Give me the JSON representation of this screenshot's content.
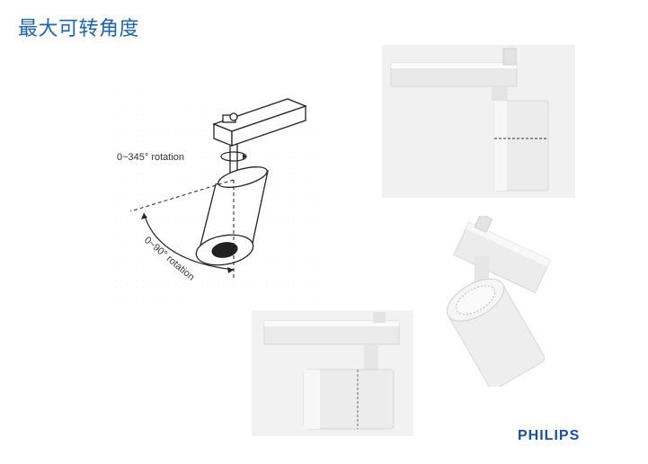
{
  "slide": {
    "title": "最大可转角度",
    "brand_logo_text": "PHILIPS",
    "accent_color": "#1a63b8",
    "brand_color": "#1b4fa8"
  },
  "diagram": {
    "rotation_label_horizontal": "0~345° rotation",
    "rotation_label_vertical": "0~90° rotation"
  }
}
